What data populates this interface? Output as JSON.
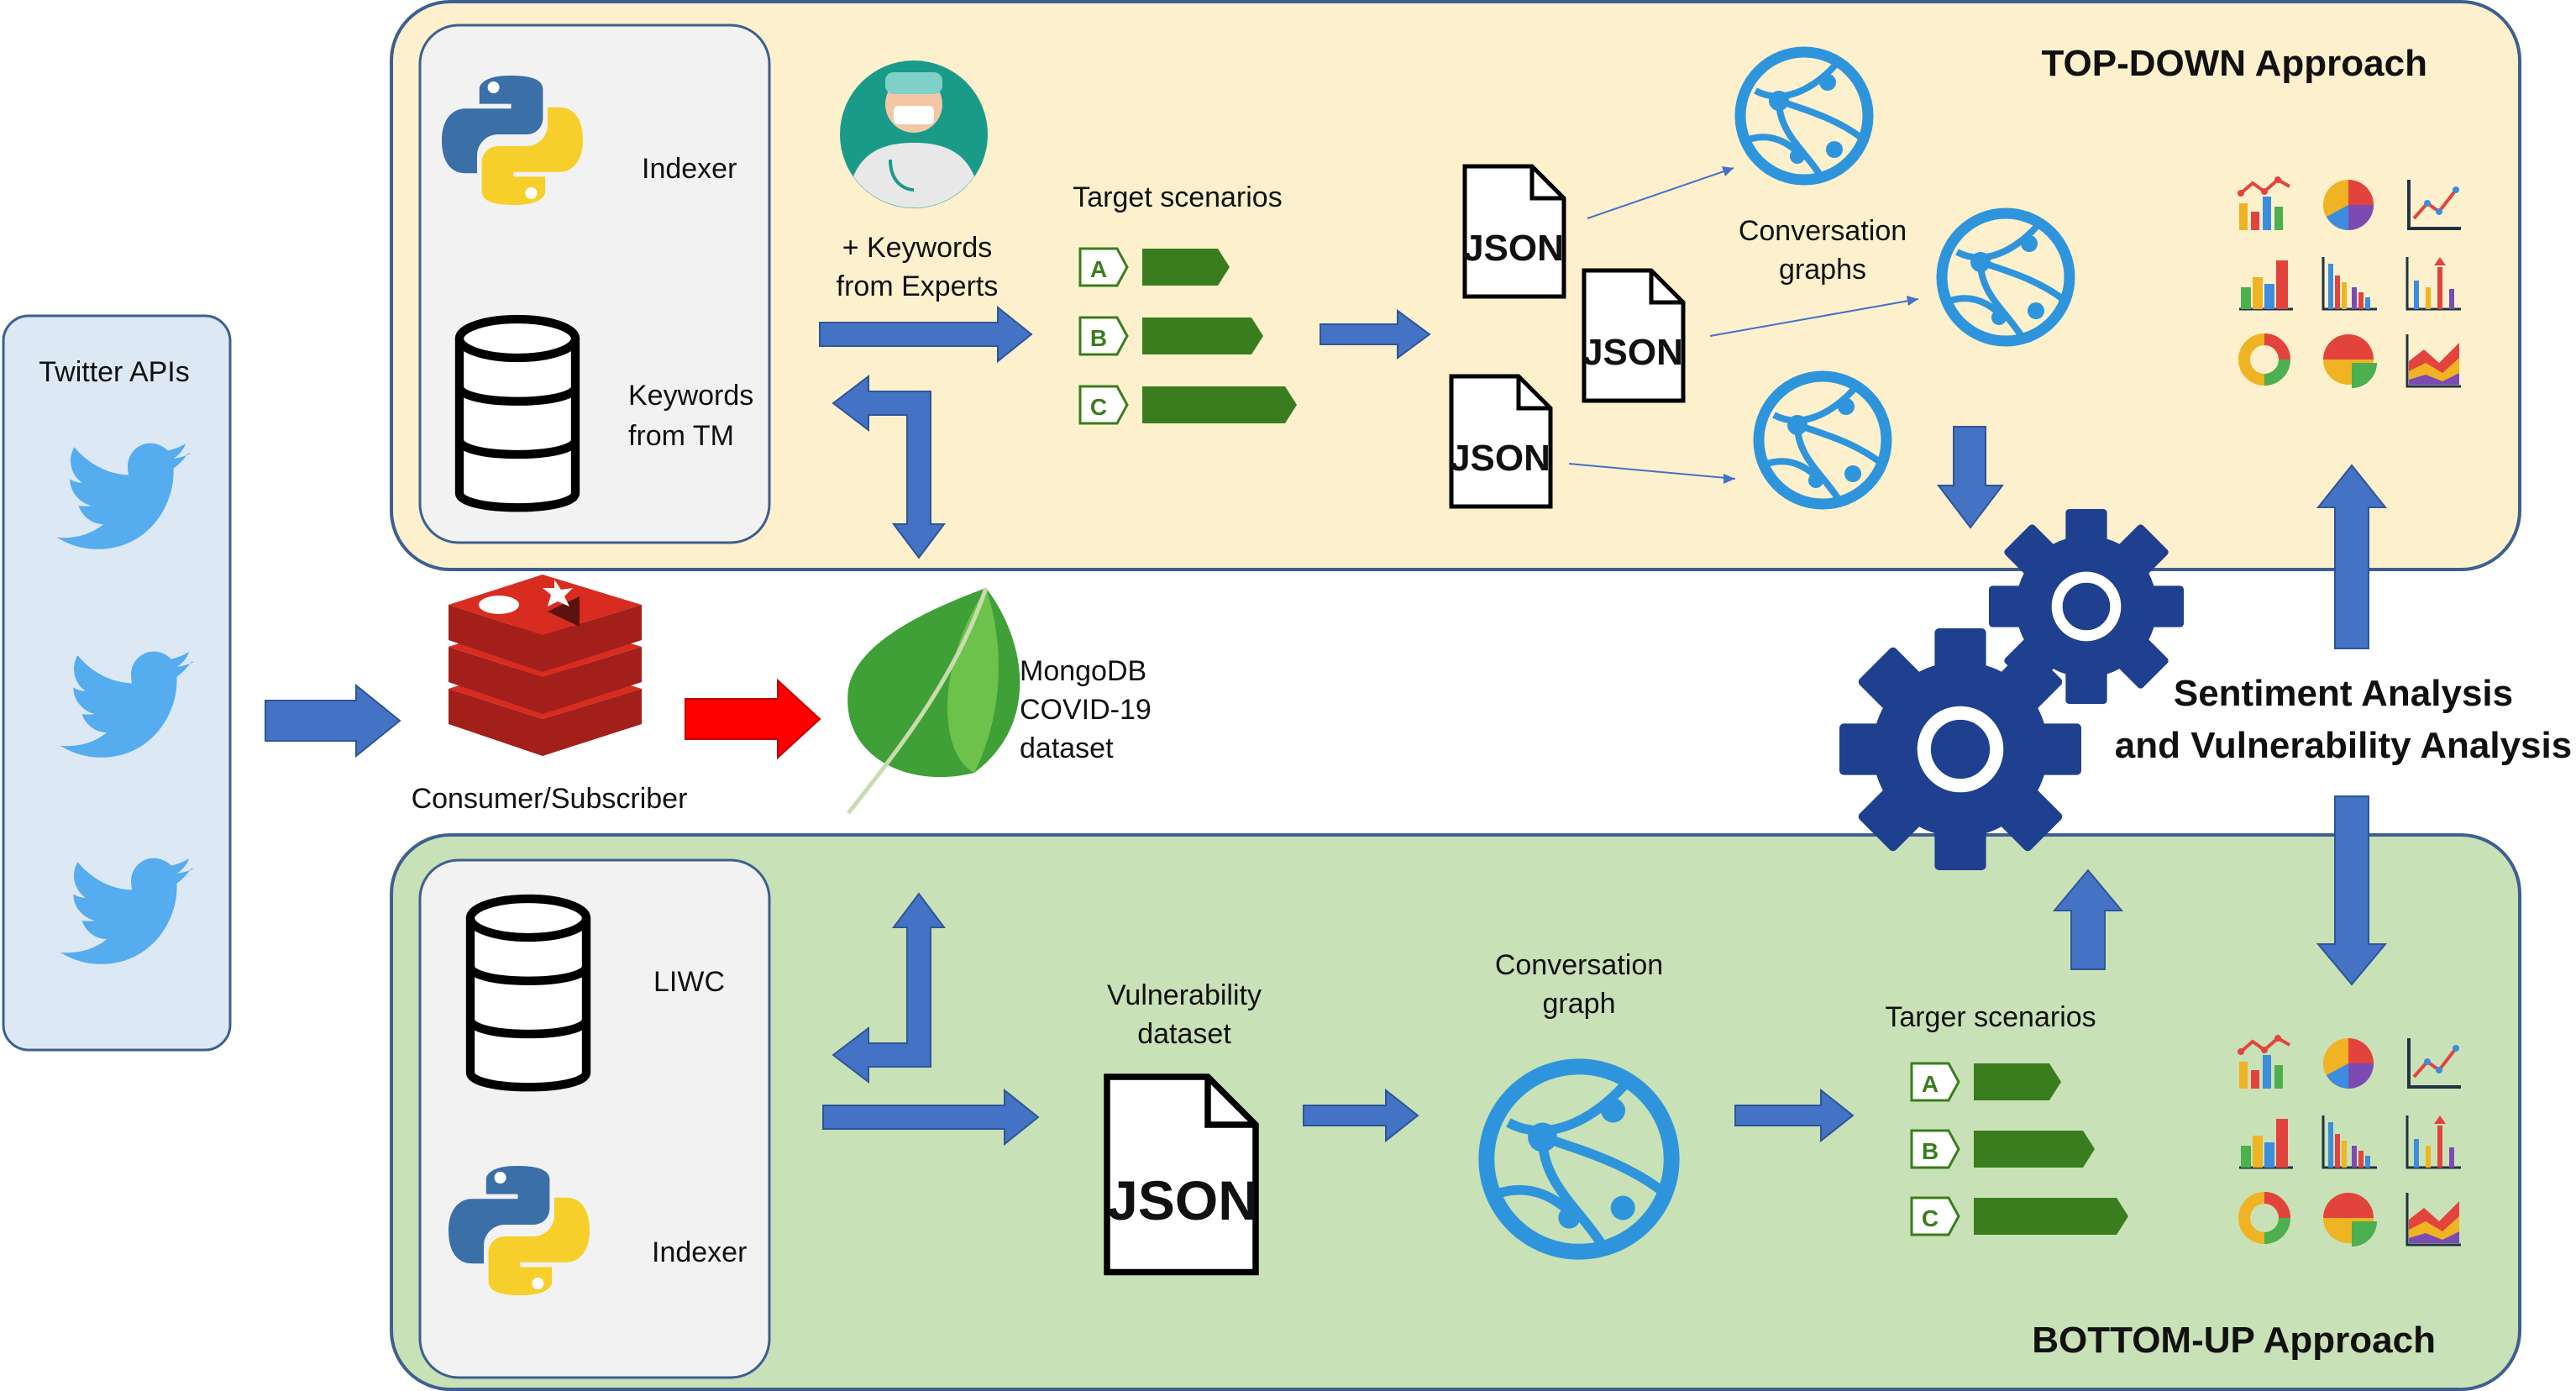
{
  "sources": {
    "title": "Twitter APIs"
  },
  "broker": {
    "label": "Consumer/Subscriber"
  },
  "database": {
    "line1": "MongoDB",
    "line2": "COVID-19",
    "line3": "dataset"
  },
  "analysis": {
    "line1": "Sentiment Analysis",
    "line2": "and Vulnerability Analysis"
  },
  "top_down": {
    "title": "TOP-DOWN Approach",
    "indexer": "Indexer",
    "keywords_tm_1": "Keywords",
    "keywords_tm_2": "from TM",
    "experts_1": "+ Keywords",
    "experts_2": "from Experts",
    "scenarios_title": "Target scenarios",
    "scenarios": [
      "A",
      "B",
      "C"
    ],
    "json_label": "JSON",
    "graphs_1": "Conversation",
    "graphs_2": "graphs"
  },
  "bottom_up": {
    "title": "BOTTOM-UP Approach",
    "liwc": "LIWC",
    "indexer": "Indexer",
    "dataset_1": "Vulnerability",
    "dataset_2": "dataset",
    "json_label": "JSON",
    "graph_1": "Conversation",
    "graph_2": "graph",
    "scenarios_title": "Targer scenarios",
    "scenarios": [
      "A",
      "B",
      "C"
    ]
  },
  "colors": {
    "arrow": "#4472c4",
    "red_arrow": "#ff0000",
    "top_panel": "#fdf0cc",
    "bottom_panel": "#c9e1b6",
    "twitter_panel": "#dde8f5",
    "globe": "#2e95dc",
    "gear": "#1f3f8f",
    "scenario": "#3a7d1e"
  },
  "icons": [
    "twitter-bird-icon",
    "python-logo-icon",
    "database-icon",
    "doctor-icon",
    "redis-icon",
    "mongodb-leaf-icon",
    "json-file-icon",
    "globe-network-icon",
    "gear-icon",
    "chart-icon"
  ]
}
